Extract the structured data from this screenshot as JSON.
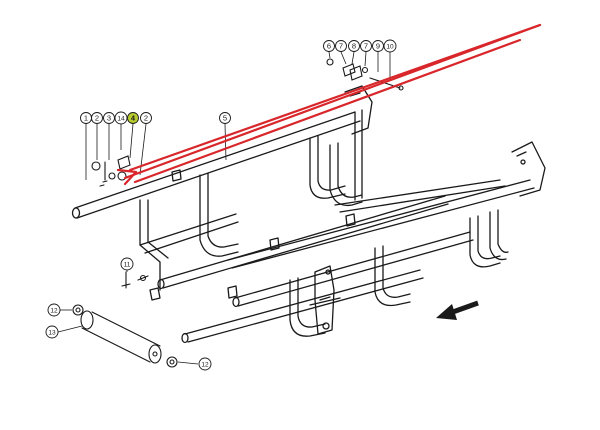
{
  "diagram": {
    "callouts": [
      {
        "id": "c1",
        "label": "1"
      },
      {
        "id": "c2",
        "label": "2"
      },
      {
        "id": "c3",
        "label": "3"
      },
      {
        "id": "c14",
        "label": "14"
      },
      {
        "id": "c4",
        "label": "4",
        "highlighted": true
      },
      {
        "id": "c2b",
        "label": "2"
      },
      {
        "id": "c5",
        "label": "5"
      },
      {
        "id": "c6",
        "label": "6"
      },
      {
        "id": "c7",
        "label": "7"
      },
      {
        "id": "c8",
        "label": "8"
      },
      {
        "id": "c7b",
        "label": "7"
      },
      {
        "id": "c9",
        "label": "9"
      },
      {
        "id": "c10",
        "label": "10"
      },
      {
        "id": "c11",
        "label": "11"
      },
      {
        "id": "c12a",
        "label": "12"
      },
      {
        "id": "c13",
        "label": "13"
      },
      {
        "id": "c12b",
        "label": "12"
      }
    ],
    "colors": {
      "line": "#1a1a1a",
      "highlight_fill": "#b9cc2e",
      "annotation_arrow": "#d8262a"
    },
    "direction_arrow": "travel-direction-arrow"
  }
}
